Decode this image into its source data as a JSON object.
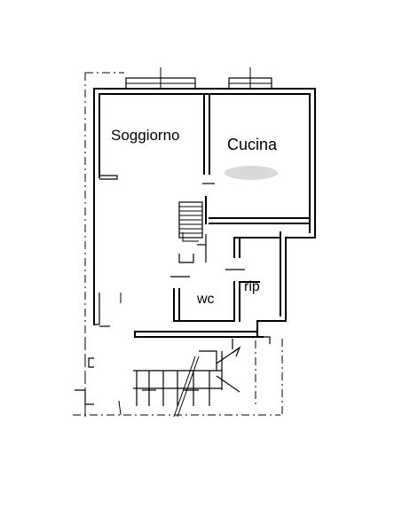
{
  "plan": {
    "rooms": {
      "living": "Soggiorno",
      "kitchen": "Cucina",
      "bathroom": "wc",
      "storage": "rip"
    },
    "colors": {
      "line": "#000000",
      "background": "#ffffff",
      "stain": "#d9d9d9"
    }
  }
}
